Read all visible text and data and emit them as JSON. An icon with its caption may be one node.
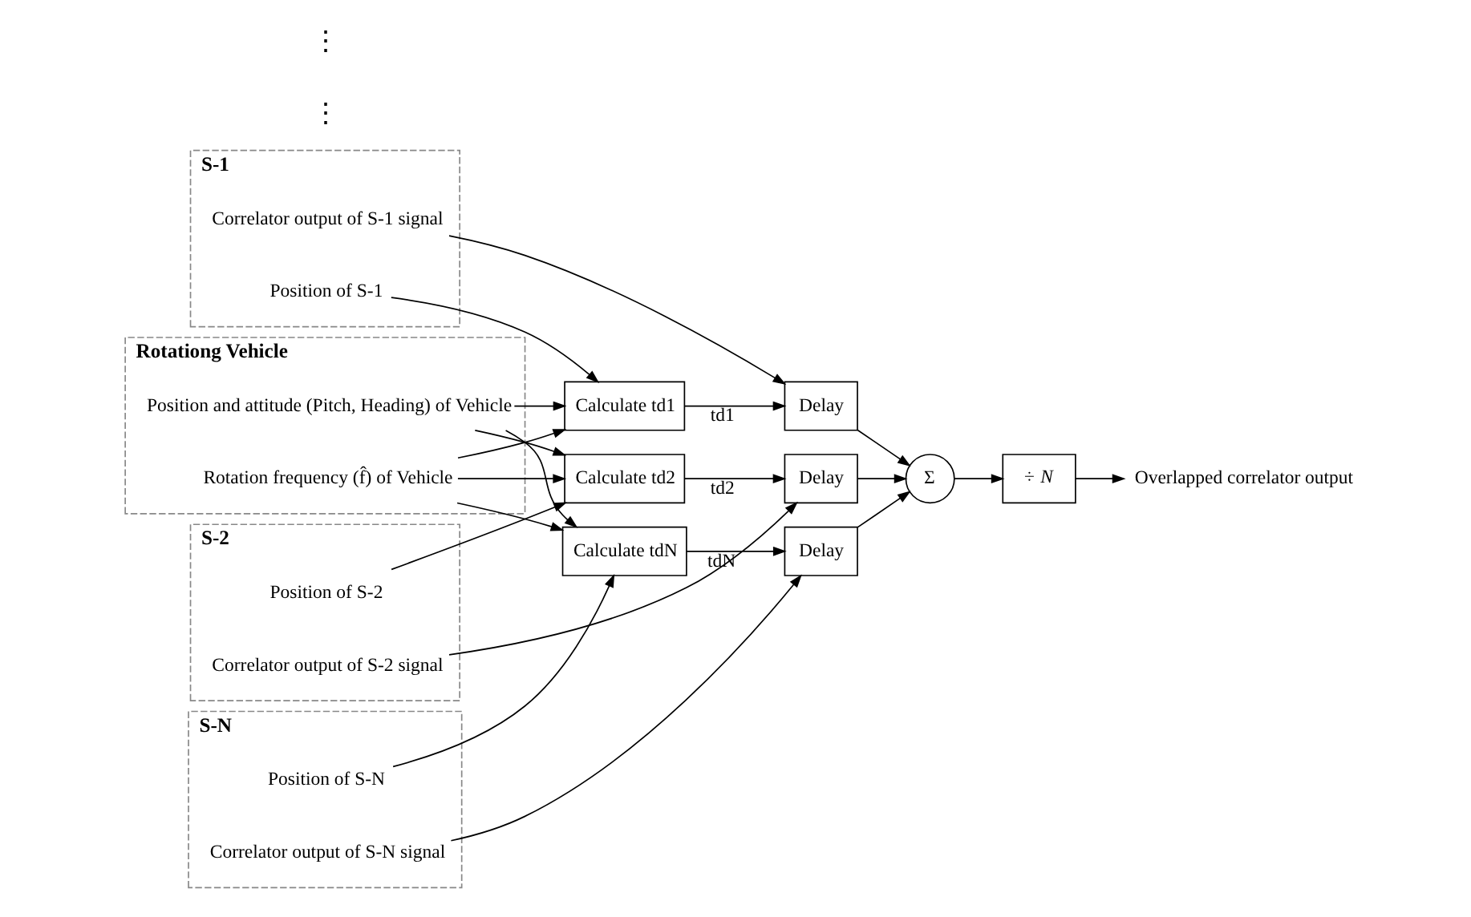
{
  "diagram": {
    "nodes": [
      {
        "text": [
          "S-1"
        ]
      },
      {
        "text": [
          "Correlator output of S-1 signal"
        ],
        "in": 0
      },
      {
        "text": [
          "Position of S-1"
        ],
        "in": 0
      },
      {
        "text": [
          "S-2"
        ]
      },
      {
        "text": [
          "Correlator output of S-2 signal"
        ],
        "in": 3
      },
      {
        "text": [
          "Position of S-2"
        ],
        "in": 3
      },
      {
        "text": [
          "S-N"
        ]
      },
      {
        "text": [
          "Correlator output of S-N signal"
        ],
        "in": 6
      },
      {
        "text": [
          "Position of S-N"
        ],
        "in": 6
      },
      {
        "text": [
          "Rotationg Vehicle"
        ]
      },
      {
        "text": [
          "Position and attitude (Pitch, Heading) of Vehicle"
        ],
        "in": 9
      },
      {
        "text": [
          "Rotation frequency (f̂) of Vehicle"
        ],
        "in": 9
      },
      {
        "text": [
          "Delay"
        ]
      },
      {
        "text": [
          "Calculate td1"
        ]
      },
      {
        "text": [
          "Delay"
        ]
      },
      {
        "text": [
          "Calculate td2"
        ]
      },
      {
        "text": [
          "Delay"
        ]
      },
      {
        "text": [
          "Calculate tdN"
        ]
      },
      {
        "text": [
          "Σ"
        ]
      },
      {
        "text": [
          "÷ *N*"
        ]
      },
      {
        "text": [
          "Overlapped correlator output"
        ]
      }
    ],
    "edges": [
      {
        "from": 1,
        "to": 12,
        "arrow": "to"
      },
      {
        "from": 2,
        "to": 13,
        "arrow": "to"
      },
      {
        "from": 13,
        "to": 12,
        "arrow": "to",
        "label": "td1"
      },
      {
        "from": 4,
        "to": 14,
        "arrow": "to"
      },
      {
        "from": 5,
        "to": 15,
        "arrow": "to"
      },
      {
        "from": 15,
        "to": 14,
        "arrow": "to",
        "label": "td2"
      },
      {
        "from": 7,
        "to": 16,
        "arrow": "to"
      },
      {
        "from": 8,
        "to": 17,
        "arrow": "to"
      },
      {
        "from": 17,
        "to": 16,
        "arrow": "to",
        "label": "tdN"
      },
      {
        "from": 10,
        "to": 13,
        "arrow": "to"
      },
      {
        "from": 10,
        "to": 15,
        "arrow": "to"
      },
      {
        "from": 10,
        "to": 17,
        "arrow": "to"
      },
      {
        "from": 11,
        "to": 13,
        "arrow": "to"
      },
      {
        "from": 11,
        "to": 15,
        "arrow": "to"
      },
      {
        "from": 11,
        "to": 17,
        "arrow": "to"
      },
      {
        "from": 12,
        "to": 18,
        "arrow": "to"
      },
      {
        "from": 14,
        "to": 18,
        "arrow": "to"
      },
      {
        "from": 16,
        "to": 18,
        "arrow": "to"
      },
      {
        "from": 18,
        "to": 19,
        "arrow": "to"
      },
      {
        "from": 19,
        "to": 20,
        "arrow": "to"
      }
    ],
    "labels": [
      "⋮",
      "⋮"
    ]
  }
}
